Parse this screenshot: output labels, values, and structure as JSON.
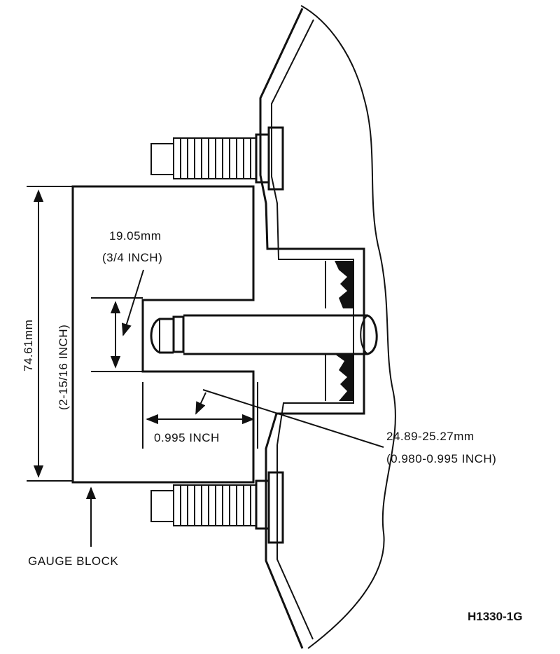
{
  "labels": {
    "height_mm": "74.61mm",
    "height_in": "(2-15/16 INCH)",
    "step_mm": "19.05mm",
    "step_in": "(3/4 INCH)",
    "depth_in": "0.995 INCH",
    "range_mm": "24.89-25.27mm",
    "range_in": "(0.980-0.995 INCH)",
    "gauge_block": "GAUGE BLOCK",
    "figure_code": "H1330-1G"
  },
  "colors": {
    "ink": "#111111",
    "paper": "#ffffff"
  }
}
